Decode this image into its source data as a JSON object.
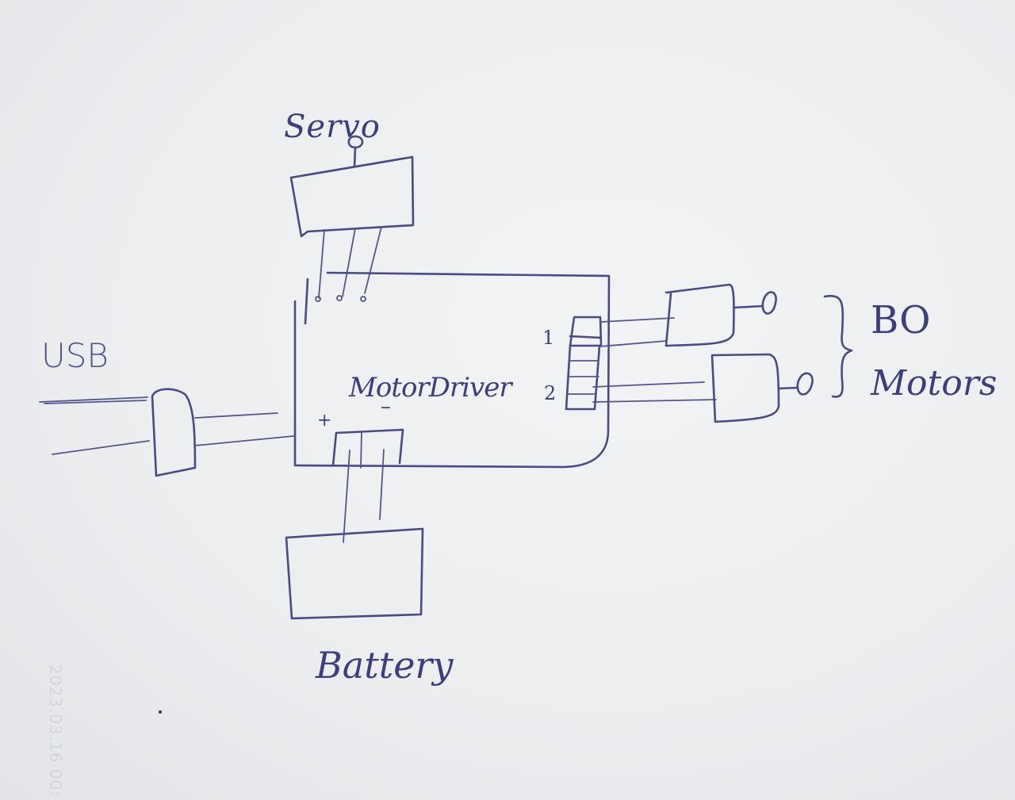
{
  "diagram": {
    "type": "hand-drawn wiring sketch",
    "ink_color": "#4a4a86",
    "paper_color": "#eceef0",
    "components": [
      {
        "id": "servo",
        "label": "Servo",
        "shape": "rectangle with shaft knob",
        "pins": 3
      },
      {
        "id": "usb",
        "label": "USB",
        "shape": "plug connector"
      },
      {
        "id": "motor_driver",
        "label": "MotorDriver",
        "shape": "rounded rectangle board"
      },
      {
        "id": "battery",
        "label": "Battery",
        "shape": "rectangle"
      },
      {
        "id": "bo_motor_1",
        "label": "BO Motor 1",
        "shape": "gear motor with wheel"
      },
      {
        "id": "bo_motor_2",
        "label": "BO Motor 2",
        "shape": "gear motor with wheel"
      }
    ],
    "connections": [
      {
        "from": "servo",
        "to": "motor_driver",
        "via": "3-pin header (top-left)"
      },
      {
        "from": "usb",
        "to": "motor_driver",
        "via": "2 wires (left edge)"
      },
      {
        "from": "battery",
        "to": "motor_driver",
        "via": "+/- terminal block (bottom)"
      },
      {
        "from": "motor_driver",
        "to": "bo_motor_1",
        "via": "terminal 1"
      },
      {
        "from": "motor_driver",
        "to": "bo_motor_2",
        "via": "terminal 2"
      }
    ]
  },
  "labels": {
    "servo": "Servo",
    "usb": "USB",
    "motor_driver": "MotorDriver",
    "battery": "Battery",
    "bo": "BO",
    "motors": "Motors",
    "terminal_1": "1",
    "terminal_2": "2",
    "plus": "+",
    "minus": "–"
  },
  "watermark": "2023.03.16 00:"
}
